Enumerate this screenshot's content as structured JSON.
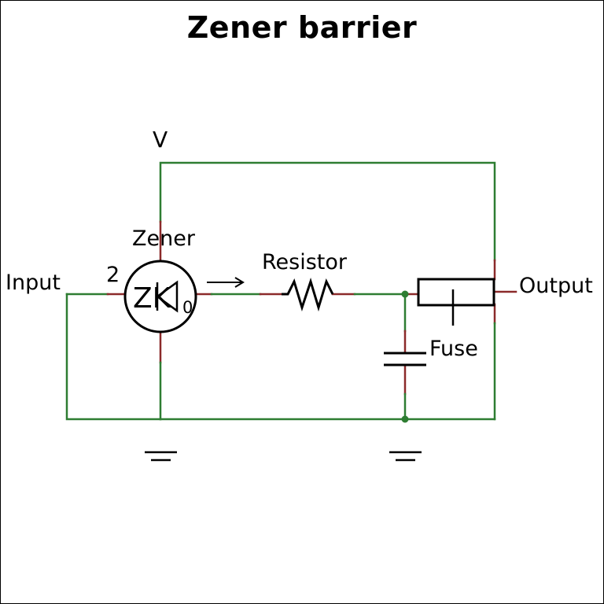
{
  "title": "Zener barrier",
  "labels": {
    "supply": "V",
    "zener": "Zener",
    "resistor": "Resistor",
    "input": "Input",
    "output": "Output",
    "fuse": "Fuse",
    "pin_left": "2",
    "pin_right": "0",
    "zener_symbol_text": "ZK"
  },
  "colors": {
    "wire": "#2e7d32",
    "lead": "#8b2a2a",
    "component": "#000000"
  }
}
